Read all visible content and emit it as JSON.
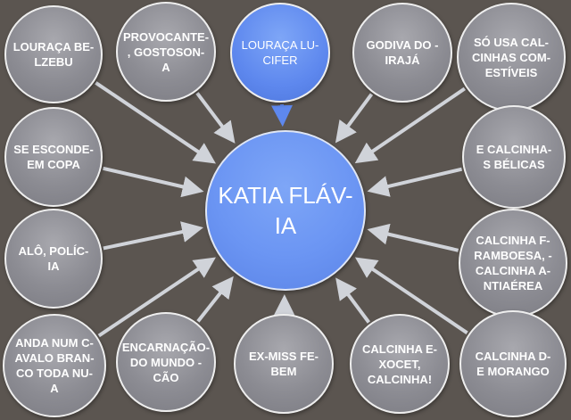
{
  "center": {
    "label": "KATIA FLÁV-\nIA"
  },
  "colors": {
    "background": "#5b5550",
    "node_gray": "#8c8c93",
    "node_blue": "#5e88ee",
    "center_blue": "#6b95f3",
    "arrow_gray": "#d0d3d9",
    "arrow_blue": "#5e88ee"
  },
  "nodes": [
    {
      "id": "loura-belzebu",
      "label": "LOURAÇA BE-\nLZEBU"
    },
    {
      "id": "provocante",
      "label": "PROVOCANTE-\n, GOSTOSON-\nA"
    },
    {
      "id": "loura-lucifer",
      "label": "LOURAÇA LU-\nCIFER"
    },
    {
      "id": "godiva",
      "label": "GODIVA DO -\nIRAJÁ"
    },
    {
      "id": "so-usa",
      "label": "SÓ USA CAL-\nCINHAS COM-\nESTÍVEIS"
    },
    {
      "id": "se-esconde",
      "label": "SE ESCONDE-\nEM COPA"
    },
    {
      "id": "belicas",
      "label": "E CALCINHA-\nS BÉLICAS"
    },
    {
      "id": "alo-policia",
      "label": "ALÔ, POLÍC-\nIA"
    },
    {
      "id": "framboesa",
      "label": "CALCINHA F-\nRAMBOESA, -\nCALCINHA A-\nNTIAÉREA"
    },
    {
      "id": "cavalo",
      "label": "ANDA NUM C-\nAVALO BRAN-\nCO TODA NU-\nA"
    },
    {
      "id": "encarnacao",
      "label": "ENCARNAÇÃO-\nDO MUNDO -\nCÃO"
    },
    {
      "id": "ex-miss",
      "label": "EX-MISS FE-\nBEM"
    },
    {
      "id": "exocet",
      "label": "CALCINHA E-\nXOCET,\nCALCINHA!"
    },
    {
      "id": "morango",
      "label": "CALCINHA D-\nE MORANGO"
    }
  ]
}
